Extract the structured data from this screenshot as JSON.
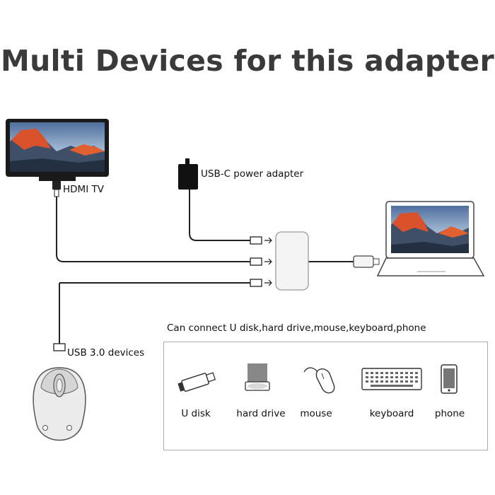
{
  "title": "Multi Devices for this adapter",
  "labels": {
    "hdmi": "HDMI TV",
    "power": "USB-C power adapter",
    "usb": "USB 3.0 devices",
    "connect_note": "Can connect U disk,hard drive,mouse,keyboard,phone"
  },
  "devices": [
    {
      "label": "U disk",
      "icon": "usb-drive-icon"
    },
    {
      "label": "hard drive",
      "icon": "hard-drive-icon"
    },
    {
      "label": "mouse",
      "icon": "mouse-icon"
    },
    {
      "label": "keyboard",
      "icon": "keyboard-icon"
    },
    {
      "label": "phone",
      "icon": "phone-icon"
    }
  ],
  "colors": {
    "title": "#3a3a3a",
    "cable": "#222222",
    "adapter": "#f4f4f4",
    "screen_sky": "#6f8fb8",
    "mountain": "#d9522b"
  }
}
